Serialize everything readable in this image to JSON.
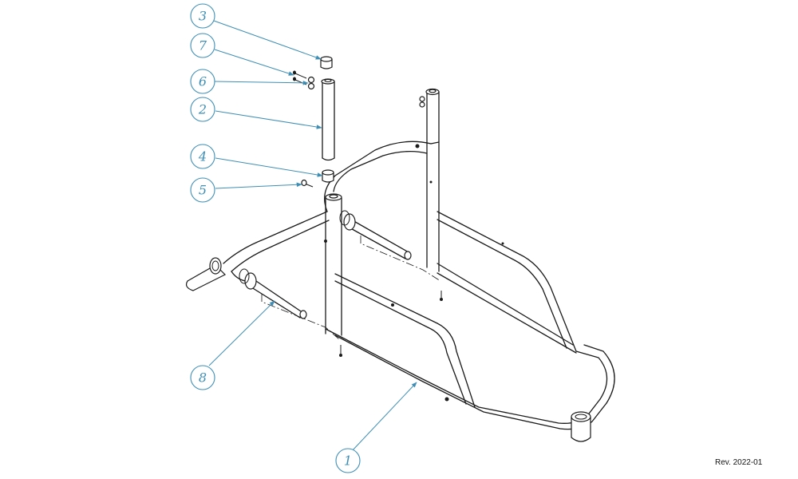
{
  "revision": "Rev. 2022-01",
  "accent_color": "#3f8fb5",
  "line_color": "#1a1a1a",
  "callouts": [
    {
      "id": "callout-3",
      "label": "3"
    },
    {
      "id": "callout-7",
      "label": "7"
    },
    {
      "id": "callout-6",
      "label": "6"
    },
    {
      "id": "callout-2",
      "label": "2"
    },
    {
      "id": "callout-4",
      "label": "4"
    },
    {
      "id": "callout-5",
      "label": "5"
    },
    {
      "id": "callout-8",
      "label": "8"
    },
    {
      "id": "callout-1",
      "label": "1"
    }
  ]
}
